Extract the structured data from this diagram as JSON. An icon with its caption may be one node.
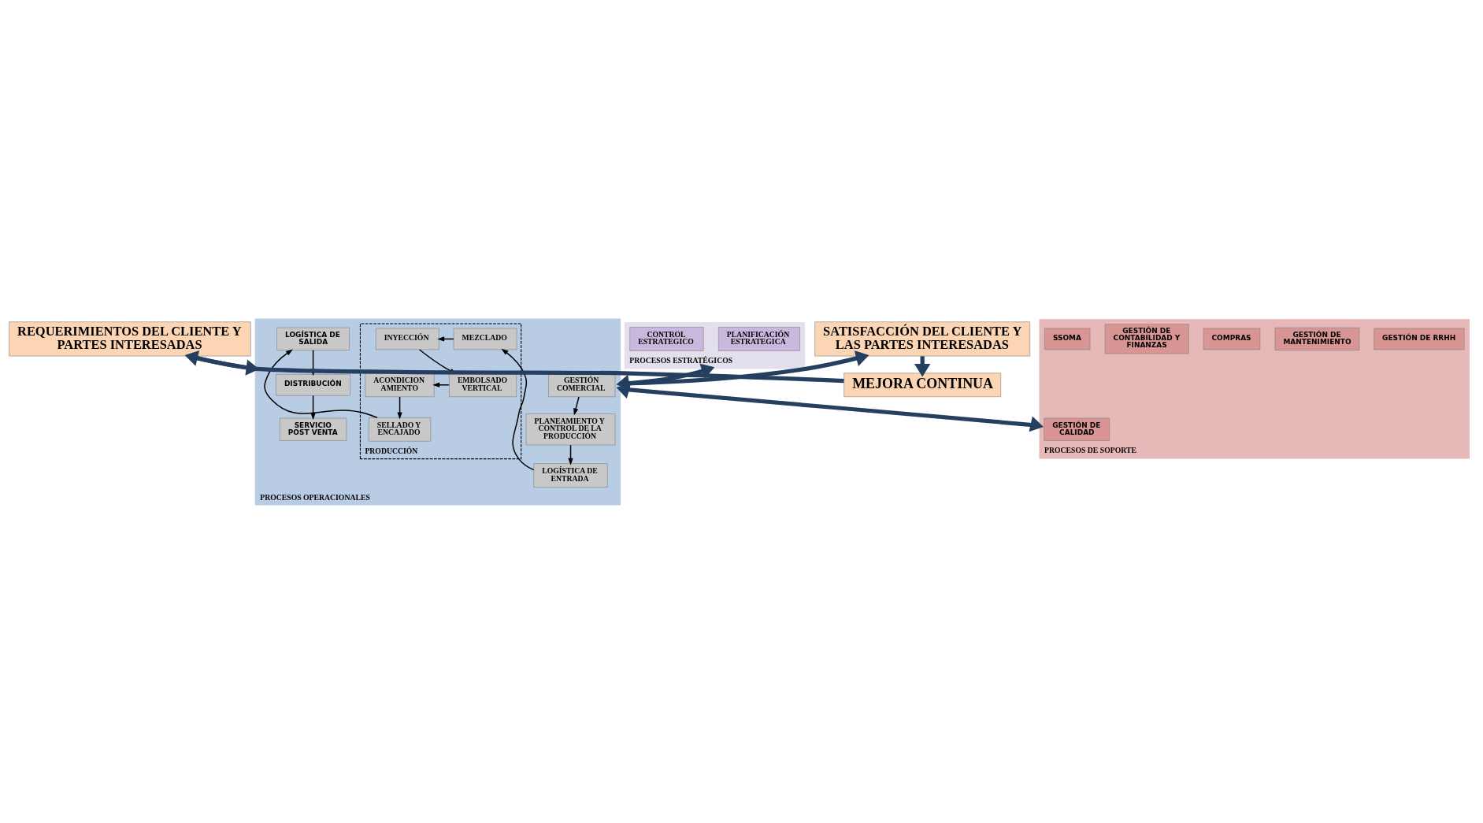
{
  "diagram": {
    "nodes": [
      {
        "text": [
          "REQUERIMIENTOS DEL CLIENTE Y PARTES INTERESADAS"
        ]
      },
      {
        "text": [
          "PROCESOS ESTRATÉGICOS"
        ]
      },
      {
        "text": [
          "PLANIFICACIÓN ESTRATEGICA"
        ],
        "in": 1
      },
      {
        "text": [
          "CONTROL ESTRATEGICO"
        ],
        "in": 1
      },
      {
        "text": [
          "PROCESOS OPERACIONALES"
        ]
      },
      {
        "text": [
          "GESTIÓN COMERCIAL"
        ],
        "in": 4
      },
      {
        "text": [
          "PLANEAMIENTO Y CONTROL DE LA PRODUCCIÓN"
        ],
        "in": 4
      },
      {
        "text": [
          "LOGÍSTICA DE ENTRADA"
        ],
        "in": 4
      },
      {
        "text": [
          "PRODUCCIÓN"
        ],
        "in": 4
      },
      {
        "text": [
          "MEZCLADO"
        ],
        "in": 8
      },
      {
        "text": [
          "INYECCIÓN"
        ],
        "in": 8
      },
      {
        "text": [
          "ACONDICION AMIENTO"
        ],
        "in": 8
      },
      {
        "text": [
          "EMBOLSADO VERTICAL"
        ],
        "in": 8
      },
      {
        "text": [
          "SELLADO Y ENCAJADO"
        ],
        "in": 8
      },
      {
        "text": [
          "LOGÍSTICA DE SALIDA"
        ],
        "in": 4
      },
      {
        "text": [
          "DISTRIBUCIÓN"
        ],
        "in": 4
      },
      {
        "text": [
          "SERVICIO POST VENTA"
        ],
        "in": 4
      },
      {
        "text": [
          "PROCESOS DE SOPORTE"
        ]
      },
      {
        "text": [
          "GESTIÓN DE CALIDAD"
        ],
        "in": 17
      },
      {
        "text": [
          "GESTIÓN DE RRHH"
        ],
        "in": 17
      },
      {
        "text": [
          "GESTIÓN DE MANTENIMIENTO"
        ],
        "in": 17
      },
      {
        "text": [
          "COMPRAS"
        ],
        "in": 17
      },
      {
        "text": [
          "GESTIÓN DE CONTABILIDAD Y FINANZAS"
        ],
        "in": 17
      },
      {
        "text": [
          "SSOMA"
        ],
        "in": 17
      },
      {
        "text": [
          "SATISFACCIÓN DEL CLIENTE Y LAS PARTES INTERESADAS"
        ]
      },
      {
        "text": [
          "MEJORA CONTINUA"
        ]
      }
    ],
    "edges": [
      {
        "from": 0,
        "to": 4,
        "arrow": "to",
        "style": "thick",
        "color": "#243f60"
      },
      {
        "from": 4,
        "to": 24,
        "arrow": "to",
        "style": "thick",
        "color": "#243f60"
      },
      {
        "from": 1,
        "to": 4,
        "arrow": "both",
        "style": "thick",
        "color": "#243f60"
      },
      {
        "from": 4,
        "to": 17,
        "arrow": "both",
        "style": "thick",
        "color": "#243f60"
      },
      {
        "from": 24,
        "to": 25,
        "arrow": "to",
        "style": "thick",
        "color": "#243f60"
      },
      {
        "from": 25,
        "to": 0,
        "arrow": "to",
        "style": "thick",
        "color": "#243f60"
      },
      {
        "from": 5,
        "to": 6,
        "arrow": "to"
      },
      {
        "from": 6,
        "to": 7,
        "arrow": "to"
      },
      {
        "from": 7,
        "to": 9,
        "arrow": "to"
      },
      {
        "from": 9,
        "to": 10,
        "arrow": "to"
      },
      {
        "from": 10,
        "to": 12,
        "arrow": "to"
      },
      {
        "from": 12,
        "to": 11,
        "arrow": "to"
      },
      {
        "from": 11,
        "to": 13,
        "arrow": "to"
      },
      {
        "from": 13,
        "to": 14,
        "arrow": "to"
      },
      {
        "from": 14,
        "to": 15,
        "arrow": "to"
      },
      {
        "from": 15,
        "to": 16,
        "arrow": "to"
      }
    ]
  }
}
